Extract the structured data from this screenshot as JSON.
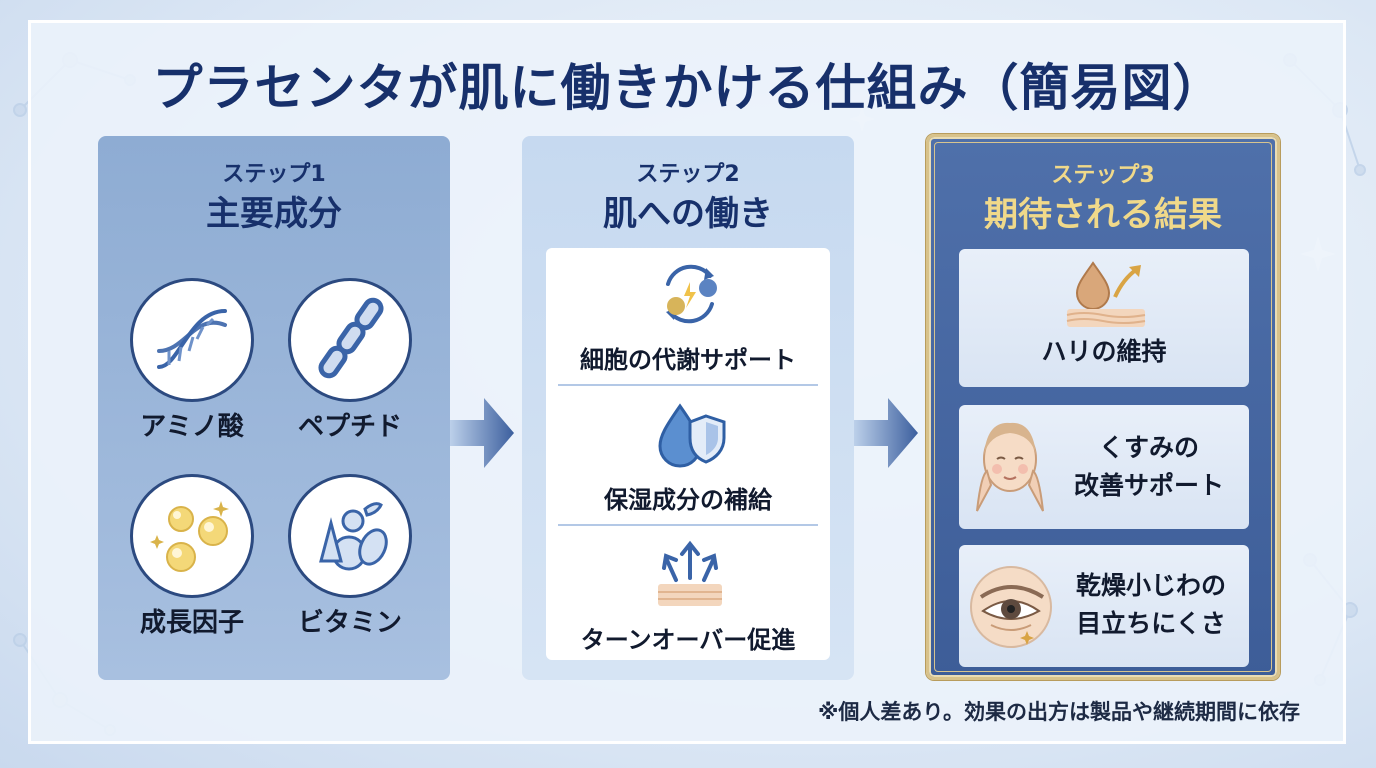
{
  "title": "プラセンタが肌に働きかける仕組み（簡易図）",
  "steps": [
    {
      "number": "ステップ1",
      "title": "主要成分",
      "items": [
        {
          "label": "アミノ酸",
          "icon": "dna-icon"
        },
        {
          "label": "ペプチド",
          "icon": "chain-icon"
        },
        {
          "label": "成長因子",
          "icon": "sparkle-cells-icon"
        },
        {
          "label": "ビタミン",
          "icon": "vegetables-icon"
        }
      ]
    },
    {
      "number": "ステップ2",
      "title": "肌への働き",
      "items": [
        {
          "label": "細胞の代謝サポート",
          "icon": "cycle-gears-icon"
        },
        {
          "label": "保湿成分の補給",
          "icon": "droplet-shield-icon"
        },
        {
          "label": "ターンオーバー促進",
          "icon": "skin-arrows-up-icon"
        }
      ]
    },
    {
      "number": "ステップ3",
      "title": "期待される結果",
      "items": [
        {
          "label": "ハリの維持",
          "icon": "drop-skin-arrow-icon"
        },
        {
          "label_line1": "くすみの",
          "label_line2": "改善サポート",
          "icon": "face-icon"
        },
        {
          "label_line1": "乾燥小じわの",
          "label_line2": "目立ちにくさ",
          "icon": "eye-icon"
        }
      ]
    }
  ],
  "note": "※個人差あり。効果の出方は製品や継続期間に依存",
  "colors": {
    "title": "#17306b",
    "panel1": "#9bb6db",
    "panel3": "#46669f",
    "gold": "#f0d98a",
    "arrow": "#3c5f9e"
  }
}
